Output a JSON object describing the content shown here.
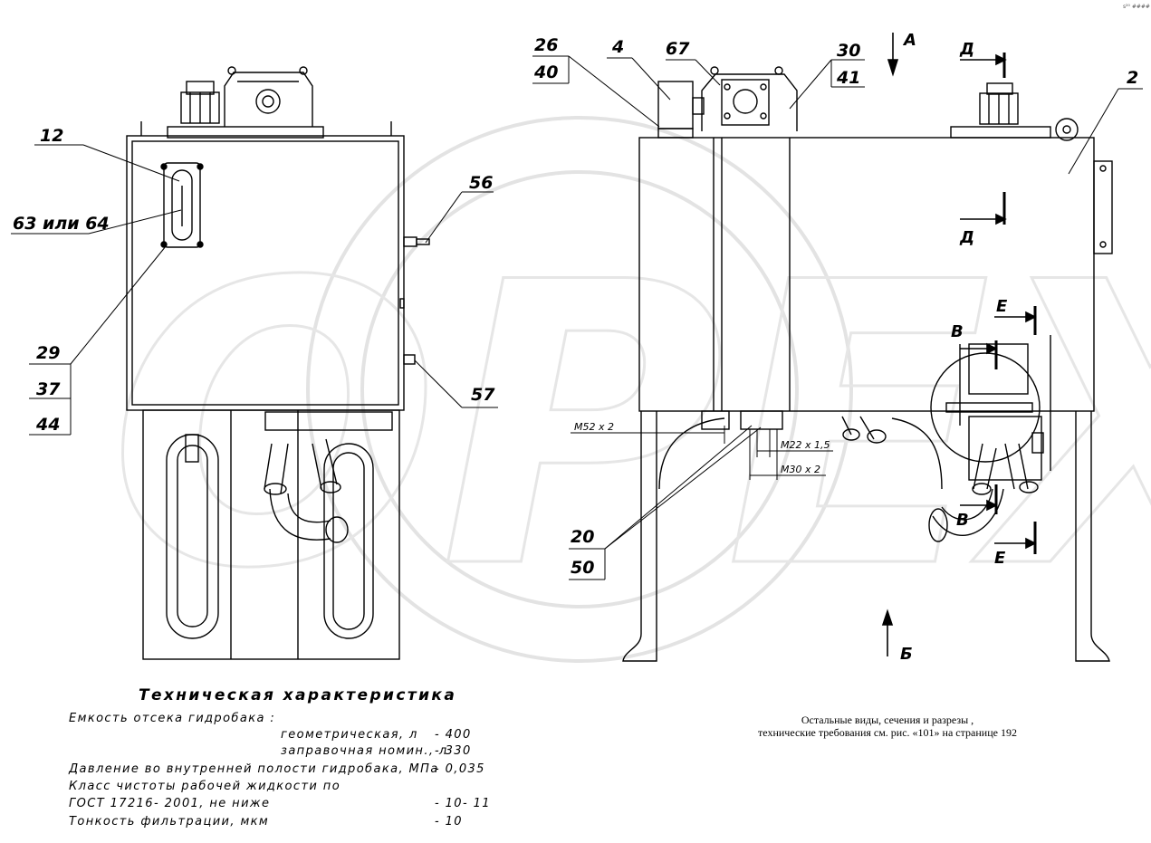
{
  "watermark": {
    "text": "OPEX",
    "color": "#e6e6e6"
  },
  "callouts": {
    "c12": "12",
    "c63": "63 или 64",
    "c29": "29",
    "c37": "37",
    "c44": "44",
    "c56": "56",
    "c57": "57",
    "c26": "26",
    "c40": "40",
    "c4": "4",
    "c67": "67",
    "c30": "30",
    "c41": "41",
    "c2": "2",
    "c20": "20",
    "c50": "50"
  },
  "views": {
    "a": "А",
    "b": "Б",
    "d_top": "Д",
    "d_bottom": "Д",
    "e_top": "Е",
    "e_bottom": "Е",
    "v_top": "В",
    "v_bottom": "В"
  },
  "dimensions": {
    "m52": "M52 x 2",
    "m22": "M22 x 1,5",
    "m30": "M30 x 2"
  },
  "specs": {
    "title": "Техническая характеристика",
    "capacity_heading": "Емкость отсека гидробака :",
    "geometric_label": "геометрическая, л",
    "geometric_value": "- 400",
    "fill_label": "заправочная номин., л",
    "fill_value": "- 330",
    "pressure_label": "Давление во внутренней полости гидробака, МПа",
    "pressure_value": "- 0,035",
    "purity_label": "Класс чистоты рабочей жидкости по",
    "gost_label": "ГОСТ 17216- 2001, не ниже",
    "gost_value": "- 10- 11",
    "filter_label": "Тонкость фильтрации, мкм",
    "filter_value": "- 10"
  },
  "note": {
    "line1": "Остальные виды, сечения и разрезы ,",
    "line2": "технические требования см. рис. «101» на странице 192"
  },
  "corner_mark": "s²⁰ ####"
}
